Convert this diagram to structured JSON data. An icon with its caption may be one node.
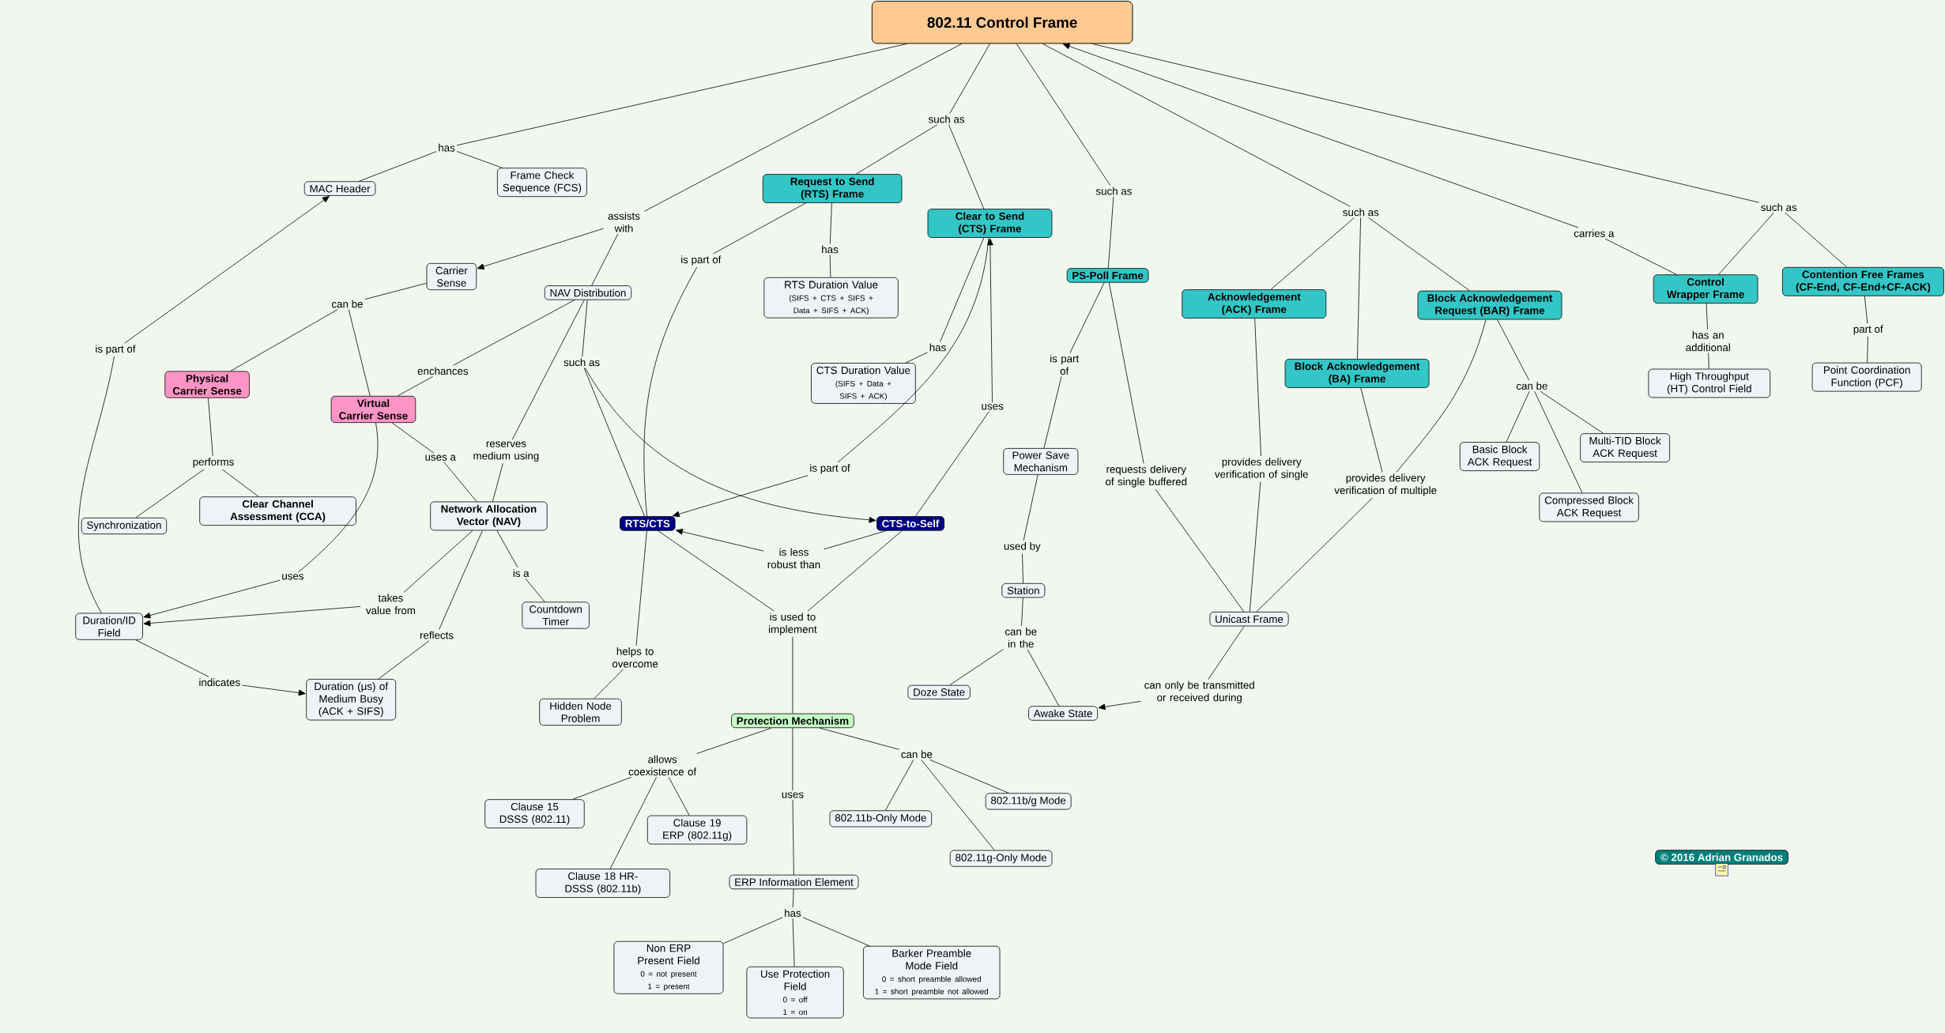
{
  "diagram": {
    "nodes": [
      {
        "text": [
          "802.11 Control Frame"
        ]
      },
      {
        "text": [
          "MAC Header"
        ]
      },
      {
        "text": [
          "Frame Check Sequence (FCS)"
        ]
      },
      {
        "text": [
          "Carrier Sense"
        ]
      },
      {
        "text": [
          "NAV Distribution"
        ]
      },
      {
        "text": [
          "Request to Send (RTS) Frame"
        ]
      },
      {
        "text": [
          "Clear to Send (CTS) Frame"
        ]
      },
      {
        "text": [
          "RTS Duration Value",
          "(SIFS + CTS + SIFS + Data + SIFS + ACK)"
        ]
      },
      {
        "text": [
          "CTS Duration Value",
          "(SIFS + Data + SIFS + ACK)"
        ]
      },
      {
        "text": [
          "PS-Poll Frame"
        ]
      },
      {
        "text": [
          "Acknowledgement (ACK) Frame"
        ]
      },
      {
        "text": [
          "Block Acknowledgement Request (BAR) Frame"
        ]
      },
      {
        "text": [
          "Block Acknowledgement (BA) Frame"
        ]
      },
      {
        "text": [
          "Control Wrapper Frame"
        ]
      },
      {
        "text": [
          "Contention Free Frames (CF-End, CF-End+CF-ACK)"
        ]
      },
      {
        "text": [
          "Physical Carrier Sense"
        ]
      },
      {
        "text": [
          "Virtual Carrier Sense"
        ]
      },
      {
        "text": [
          "Synchronization"
        ]
      },
      {
        "text": [
          "Clear Channel Assessment (CCA)"
        ]
      },
      {
        "text": [
          "Network Allocation Vector (NAV)"
        ]
      },
      {
        "text": [
          "RTS/CTS"
        ]
      },
      {
        "text": [
          "CTS-to-Self"
        ]
      },
      {
        "text": [
          "Power Save Mechanism"
        ]
      },
      {
        "text": [
          "Station"
        ]
      },
      {
        "text": [
          "Unicast Frame"
        ]
      },
      {
        "text": [
          "High Throughput (HT) Control Field"
        ]
      },
      {
        "text": [
          "Point Coordination Function (PCF)"
        ]
      },
      {
        "text": [
          "Basic Block ACK Request"
        ]
      },
      {
        "text": [
          "Multi-TID Block ACK Request"
        ]
      },
      {
        "text": [
          "Compressed Block ACK Request"
        ]
      },
      {
        "text": [
          "Duration/ID Field"
        ]
      },
      {
        "text": [
          "Countdown Timer"
        ]
      },
      {
        "text": [
          "Duration (μs) of Medium Busy (ACK + SIFS)"
        ]
      },
      {
        "text": [
          "Hidden Node Problem"
        ]
      },
      {
        "text": [
          "Doze State"
        ]
      },
      {
        "text": [
          "Awake State"
        ]
      },
      {
        "text": [
          "Protection Mechanism"
        ]
      },
      {
        "text": [
          "Clause 15 DSSS (802.11)"
        ]
      },
      {
        "text": [
          "Clause 19 ERP (802.11g)"
        ]
      },
      {
        "text": [
          "Clause 18 HR-DSSS (802.11b)"
        ]
      },
      {
        "text": [
          "802.11b-Only Mode"
        ]
      },
      {
        "text": [
          "802.11b/g Mode"
        ]
      },
      {
        "text": [
          "802.11g-Only Mode"
        ]
      },
      {
        "text": [
          "ERP Information Element"
        ]
      },
      {
        "text": [
          "Non ERP Present Field",
          "0 = not present",
          "1 = present"
        ]
      },
      {
        "text": [
          "Use Protection Field",
          "0 = off",
          "1 = on"
        ]
      },
      {
        "text": [
          "Barker Preamble Mode Field",
          "0 = short preamble allowed",
          "1 = short preamble not allowed"
        ]
      },
      {
        "text": [
          "© 2016 Adrian Granados"
        ]
      },
      {
        "text": [
          "has"
        ]
      },
      {
        "text": [
          "assists with"
        ]
      },
      {
        "text": [
          "such as"
        ]
      },
      {
        "text": [
          "such as"
        ]
      },
      {
        "text": [
          "such as"
        ]
      },
      {
        "text": [
          "carries a"
        ]
      },
      {
        "text": [
          "such as"
        ]
      },
      {
        "text": [
          "is part of"
        ]
      },
      {
        "text": [
          "has"
        ]
      },
      {
        "text": [
          "has"
        ]
      },
      {
        "text": [
          "is part of"
        ]
      },
      {
        "text": [
          "uses"
        ]
      },
      {
        "text": [
          "is part of"
        ]
      },
      {
        "text": [
          "requests delivery of single buffered"
        ]
      },
      {
        "text": [
          "provides delivery verification of single"
        ]
      },
      {
        "text": [
          "provides delivery verification of multiple"
        ]
      },
      {
        "text": [
          "can be"
        ]
      },
      {
        "text": [
          "has an additional"
        ]
      },
      {
        "text": [
          "part of"
        ]
      },
      {
        "text": [
          "can be"
        ]
      },
      {
        "text": [
          "enchances"
        ]
      },
      {
        "text": [
          "reserves medium using"
        ]
      },
      {
        "text": [
          "such as"
        ]
      },
      {
        "text": [
          "performs"
        ]
      },
      {
        "text": [
          "uses a"
        ]
      },
      {
        "text": [
          "uses"
        ]
      },
      {
        "text": [
          "is part of"
        ]
      },
      {
        "text": [
          "takes value from"
        ]
      },
      {
        "text": [
          "is a"
        ]
      },
      {
        "text": [
          "reflects"
        ]
      },
      {
        "text": [
          "indicates"
        ]
      },
      {
        "text": [
          "is less robust than"
        ]
      },
      {
        "text": [
          "is used to implement"
        ]
      },
      {
        "text": [
          "helps to overcome"
        ]
      },
      {
        "text": [
          "used by"
        ]
      },
      {
        "text": [
          "can be in the"
        ]
      },
      {
        "text": [
          "can only be transmitted or received during"
        ]
      },
      {
        "text": [
          "allows coexistence of"
        ]
      },
      {
        "text": [
          "uses"
        ]
      },
      {
        "text": [
          "can be"
        ]
      },
      {
        "text": [
          "has"
        ]
      }
    ],
    "edges": [
      {
        "from": 0,
        "to": 48,
        "arrow": "none"
      },
      {
        "from": 48,
        "to": 1,
        "arrow": "none"
      },
      {
        "from": 48,
        "to": 2,
        "arrow": "none"
      },
      {
        "from": 0,
        "to": 49,
        "arrow": "none"
      },
      {
        "from": 49,
        "to": 3,
        "arrow": "to"
      },
      {
        "from": 49,
        "to": 4,
        "arrow": "none"
      },
      {
        "from": 0,
        "to": 50,
        "arrow": "none"
      },
      {
        "from": 50,
        "to": 5,
        "arrow": "none"
      },
      {
        "from": 50,
        "to": 6,
        "arrow": "none"
      },
      {
        "from": 0,
        "to": 51,
        "arrow": "none"
      },
      {
        "from": 51,
        "to": 9,
        "arrow": "none"
      },
      {
        "from": 0,
        "to": 52,
        "arrow": "none"
      },
      {
        "from": 52,
        "to": 10,
        "arrow": "none"
      },
      {
        "from": 52,
        "to": 12,
        "arrow": "none"
      },
      {
        "from": 52,
        "to": 11,
        "arrow": "none"
      },
      {
        "from": 13,
        "to": 53,
        "arrow": "none"
      },
      {
        "from": 53,
        "to": 0,
        "arrow": "to"
      },
      {
        "from": 0,
        "to": 54,
        "arrow": "none"
      },
      {
        "from": 54,
        "to": 13,
        "arrow": "none"
      },
      {
        "from": 54,
        "to": 14,
        "arrow": "none"
      },
      {
        "from": 5,
        "to": 55,
        "arrow": "none"
      },
      {
        "from": 55,
        "to": 20,
        "arrow": "none"
      },
      {
        "from": 5,
        "to": 56,
        "arrow": "none"
      },
      {
        "from": 56,
        "to": 7,
        "arrow": "none"
      },
      {
        "from": 6,
        "to": 57,
        "arrow": "none"
      },
      {
        "from": 57,
        "to": 8,
        "arrow": "none"
      },
      {
        "from": 6,
        "to": 58,
        "arrow": "none"
      },
      {
        "from": 58,
        "to": 20,
        "arrow": "to"
      },
      {
        "from": 21,
        "to": 59,
        "arrow": "none"
      },
      {
        "from": 59,
        "to": 6,
        "arrow": "to"
      },
      {
        "from": 9,
        "to": 60,
        "arrow": "none"
      },
      {
        "from": 60,
        "to": 22,
        "arrow": "none"
      },
      {
        "from": 9,
        "to": 61,
        "arrow": "none"
      },
      {
        "from": 61,
        "to": 24,
        "arrow": "none"
      },
      {
        "from": 10,
        "to": 62,
        "arrow": "none"
      },
      {
        "from": 62,
        "to": 24,
        "arrow": "none"
      },
      {
        "from": 12,
        "to": 63,
        "arrow": "none"
      },
      {
        "from": 11,
        "to": 63,
        "arrow": "none"
      },
      {
        "from": 63,
        "to": 24,
        "arrow": "none"
      },
      {
        "from": 11,
        "to": 64,
        "arrow": "none"
      },
      {
        "from": 64,
        "to": 27,
        "arrow": "none"
      },
      {
        "from": 64,
        "to": 29,
        "arrow": "none"
      },
      {
        "from": 64,
        "to": 28,
        "arrow": "none"
      },
      {
        "from": 13,
        "to": 65,
        "arrow": "none"
      },
      {
        "from": 65,
        "to": 25,
        "arrow": "none"
      },
      {
        "from": 14,
        "to": 66,
        "arrow": "none"
      },
      {
        "from": 66,
        "to": 26,
        "arrow": "none"
      },
      {
        "from": 3,
        "to": 67,
        "arrow": "none"
      },
      {
        "from": 67,
        "to": 15,
        "arrow": "none"
      },
      {
        "from": 67,
        "to": 16,
        "arrow": "none"
      },
      {
        "from": 4,
        "to": 68,
        "arrow": "none"
      },
      {
        "from": 68,
        "to": 16,
        "arrow": "none"
      },
      {
        "from": 4,
        "to": 69,
        "arrow": "none"
      },
      {
        "from": 69,
        "to": 19,
        "arrow": "none"
      },
      {
        "from": 4,
        "to": 70,
        "arrow": "none"
      },
      {
        "from": 70,
        "to": 20,
        "arrow": "none"
      },
      {
        "from": 70,
        "to": 21,
        "arrow": "to"
      },
      {
        "from": 15,
        "to": 71,
        "arrow": "none"
      },
      {
        "from": 71,
        "to": 17,
        "arrow": "none"
      },
      {
        "from": 71,
        "to": 18,
        "arrow": "none"
      },
      {
        "from": 16,
        "to": 72,
        "arrow": "none"
      },
      {
        "from": 72,
        "to": 19,
        "arrow": "none"
      },
      {
        "from": 16,
        "to": 73,
        "arrow": "none"
      },
      {
        "from": 73,
        "to": 30,
        "arrow": "to"
      },
      {
        "from": 30,
        "to": 74,
        "arrow": "none"
      },
      {
        "from": 74,
        "to": 1,
        "arrow": "to"
      },
      {
        "from": 19,
        "to": 75,
        "arrow": "none"
      },
      {
        "from": 75,
        "to": 30,
        "arrow": "to"
      },
      {
        "from": 19,
        "to": 76,
        "arrow": "none"
      },
      {
        "from": 76,
        "to": 31,
        "arrow": "none"
      },
      {
        "from": 19,
        "to": 77,
        "arrow": "none"
      },
      {
        "from": 77,
        "to": 32,
        "arrow": "none"
      },
      {
        "from": 30,
        "to": 78,
        "arrow": "none"
      },
      {
        "from": 78,
        "to": 32,
        "arrow": "to"
      },
      {
        "from": 21,
        "to": 79,
        "arrow": "none"
      },
      {
        "from": 79,
        "to": 20,
        "arrow": "to"
      },
      {
        "from": 20,
        "to": 80,
        "arrow": "none"
      },
      {
        "from": 21,
        "to": 80,
        "arrow": "none"
      },
      {
        "from": 80,
        "to": 36,
        "arrow": "none"
      },
      {
        "from": 20,
        "to": 81,
        "arrow": "none"
      },
      {
        "from": 81,
        "to": 33,
        "arrow": "none"
      },
      {
        "from": 22,
        "to": 82,
        "arrow": "none"
      },
      {
        "from": 82,
        "to": 23,
        "arrow": "none"
      },
      {
        "from": 23,
        "to": 83,
        "arrow": "none"
      },
      {
        "from": 83,
        "to": 34,
        "arrow": "none"
      },
      {
        "from": 83,
        "to": 35,
        "arrow": "none"
      },
      {
        "from": 24,
        "to": 84,
        "arrow": "none"
      },
      {
        "from": 84,
        "to": 35,
        "arrow": "to"
      },
      {
        "from": 36,
        "to": 85,
        "arrow": "none"
      },
      {
        "from": 85,
        "to": 37,
        "arrow": "none"
      },
      {
        "from": 85,
        "to": 38,
        "arrow": "none"
      },
      {
        "from": 85,
        "to": 39,
        "arrow": "none"
      },
      {
        "from": 36,
        "to": 86,
        "arrow": "none"
      },
      {
        "from": 86,
        "to": 43,
        "arrow": "none"
      },
      {
        "from": 36,
        "to": 87,
        "arrow": "none"
      },
      {
        "from": 87,
        "to": 40,
        "arrow": "none"
      },
      {
        "from": 87,
        "to": 42,
        "arrow": "none"
      },
      {
        "from": 87,
        "to": 41,
        "arrow": "none"
      },
      {
        "from": 43,
        "to": 88,
        "arrow": "none"
      },
      {
        "from": 88,
        "to": 44,
        "arrow": "none"
      },
      {
        "from": 88,
        "to": 45,
        "arrow": "none"
      },
      {
        "from": 88,
        "to": 46,
        "arrow": "none"
      }
    ]
  }
}
